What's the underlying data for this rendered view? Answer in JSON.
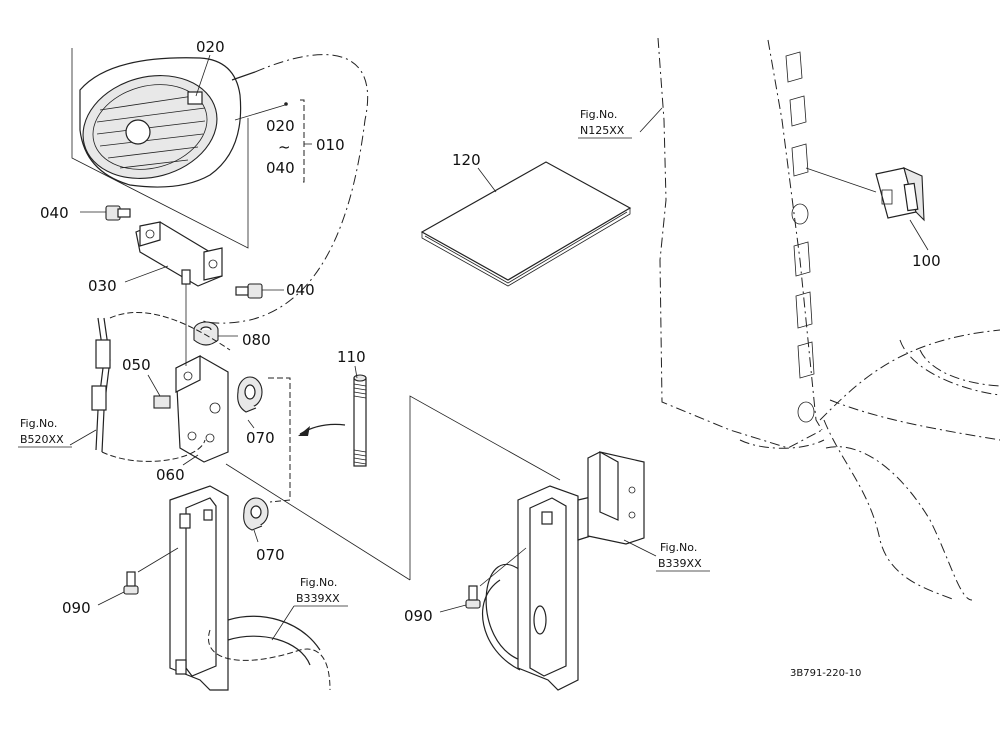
{
  "labels": {
    "p020": "020",
    "p020b": "020",
    "tilde": "~",
    "p040range": "040",
    "p010": "010",
    "p040a": "040",
    "p030": "030",
    "p040b": "040",
    "p080": "080",
    "p050": "050",
    "p060": "060",
    "p070a": "070",
    "p070b": "070",
    "p110": "110",
    "p120": "120",
    "p100": "100",
    "p090a": "090",
    "p090b": "090"
  },
  "refs": {
    "b520_fig": "Fig.No.",
    "b520_no": "B520XX",
    "n125_fig": "Fig.No.",
    "n125_no": "N125XX",
    "b339a_fig": "Fig.No.",
    "b339a_no": "B339XX",
    "b339b_fig": "Fig.No.",
    "b339b_no": "B339XX"
  },
  "caption": "3B791-220-10"
}
